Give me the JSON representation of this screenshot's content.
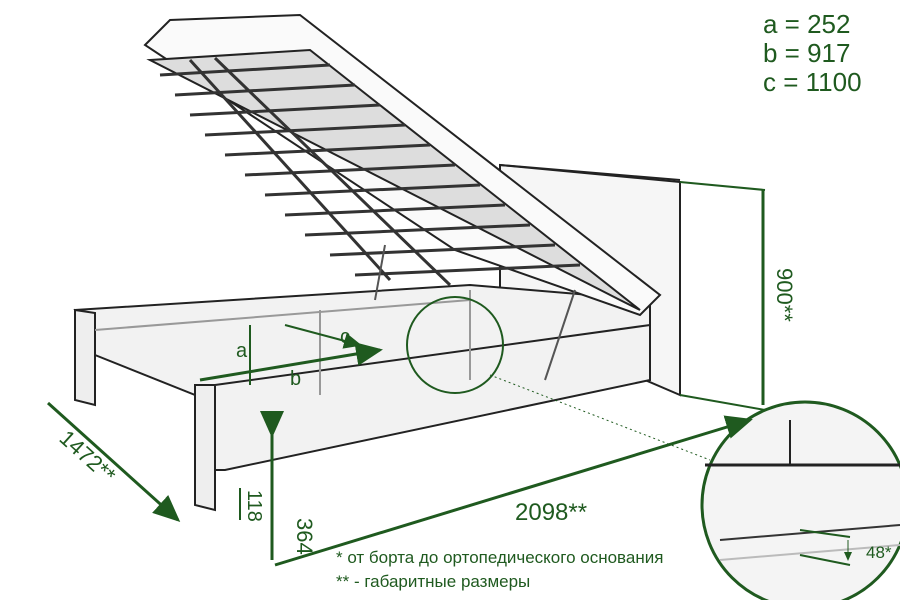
{
  "legend": {
    "a": "a = 252",
    "b": "b = 917",
    "c": "c = 1100"
  },
  "labels": {
    "a": "a",
    "b": "b",
    "c": "c"
  },
  "dimensions": {
    "width": "1472**",
    "length": "2098**",
    "height": "900**",
    "side_height": "364",
    "leg_height": "118",
    "detail_gap": "48*"
  },
  "notes": {
    "note1": "* от борта до ортопедического основания",
    "note2": "** - габаритные размеры"
  },
  "colors": {
    "accent": "#1f5a1f",
    "line": "#222222"
  }
}
